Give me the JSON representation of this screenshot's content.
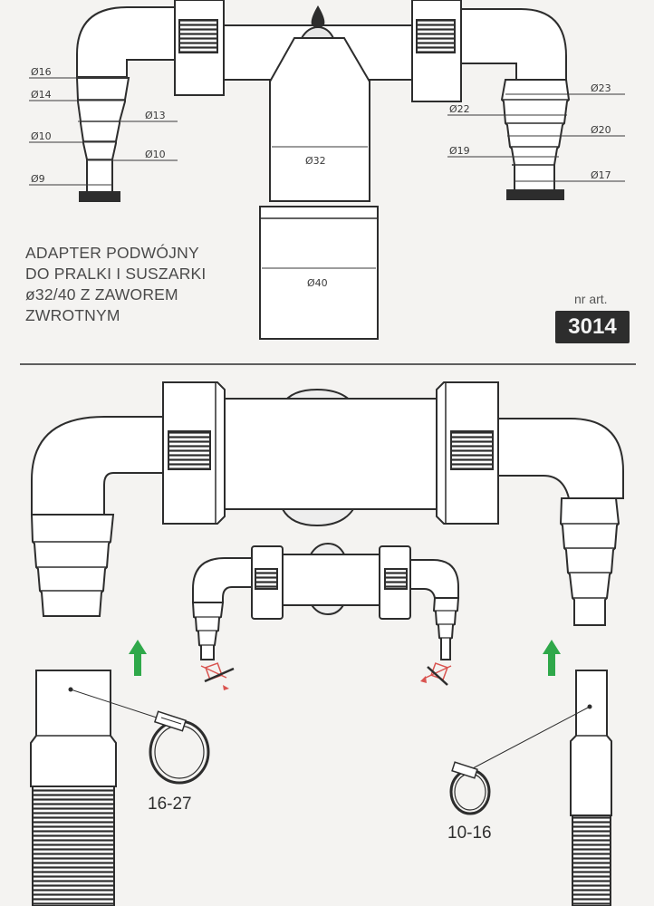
{
  "title_lines": [
    "ADAPTER PODWÓJNY",
    "DO PRALKI I SUSZARKI",
    "ø32/40 Z ZAWOREM",
    "ZWROTNYM"
  ],
  "article": {
    "label": "nr art.",
    "number": "3014"
  },
  "dimensions": {
    "left": [
      "Ø16",
      "Ø14",
      "Ø13",
      "Ø10",
      "Ø10",
      "Ø9"
    ],
    "center_upper": "Ø32",
    "center_lower": "Ø40",
    "right": [
      "Ø23",
      "Ø22",
      "Ø20",
      "Ø19",
      "Ø17"
    ]
  },
  "clamps": {
    "large": "16-27",
    "small": "10-16"
  },
  "colors": {
    "ink": "#2d2d2d",
    "arrow": "#2fa84a",
    "valve": "#d9534f",
    "paper": "#f4f3f1"
  },
  "icons": [
    "up-arrow-icon",
    "no-cut-icon",
    "hose-clamp-icon",
    "backflow-valve-icon"
  ]
}
